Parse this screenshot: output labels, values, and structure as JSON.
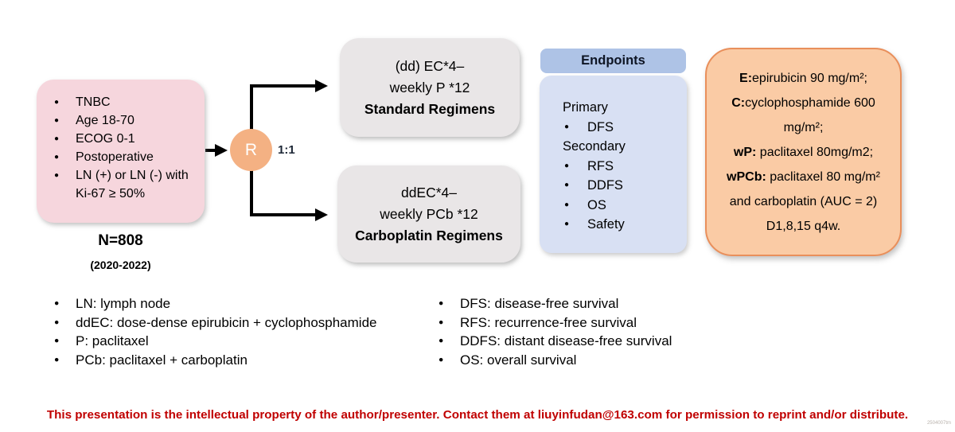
{
  "colors": {
    "eligibility_fill": "#F6D6DD",
    "randomization_fill": "#F4B183",
    "arm_fill": "#E9E6E7",
    "endpoints_header_fill": "#AEC3E6",
    "endpoints_body_fill": "#D8E0F3",
    "dosing_fill": "#FACBA5",
    "dosing_border": "#E98F5B",
    "footer_text": "#C00000",
    "arrow": "#000000"
  },
  "eligibility": {
    "items": [
      "TNBC",
      "Age 18-70",
      "ECOG 0-1",
      "Postoperative",
      "LN (+) or LN (-) with Ki-67 ≥ 50%"
    ],
    "n_label": "N=808",
    "years_label": "(2020-2022)"
  },
  "randomization": {
    "symbol": "R",
    "ratio_label": "1:1"
  },
  "arms": {
    "standard": {
      "line1": "(dd) EC*4–",
      "line2": "weekly P *12",
      "line3": "Standard Regimens"
    },
    "carboplatin": {
      "line1": "ddEC*4–",
      "line2": "weekly PCb *12",
      "line3": "Carboplatin Regimens"
    }
  },
  "endpoints": {
    "title": "Endpoints",
    "primary_label": "Primary",
    "primary_items": [
      "DFS"
    ],
    "secondary_label": "Secondary",
    "secondary_items": [
      "RFS",
      "DDFS",
      "OS",
      "Safety"
    ]
  },
  "dosing": {
    "lines": [
      {
        "b": "E:",
        "t": "epirubicin 90 mg/m²;"
      },
      {
        "b": "C:",
        "t": "cyclophosphamide 600"
      },
      {
        "b": "",
        "t": "mg/m²;"
      },
      {
        "b": "wP:",
        "t": " paclitaxel 80mg/m2;"
      },
      {
        "b": "wPCb:",
        "t": " paclitaxel 80 mg/m²"
      },
      {
        "b": "",
        "t": "and carboplatin (AUC = 2)"
      },
      {
        "b": "",
        "t": "D1,8,15 q4w."
      }
    ]
  },
  "abbreviations": {
    "left": [
      "LN: lymph node",
      "ddEC: dose-dense epirubicin + cyclophosphamide",
      "P: paclitaxel",
      "PCb: paclitaxel + carboplatin"
    ],
    "right": [
      "DFS: disease-free survival",
      "RFS: recurrence-free survival",
      "DDFS: distant disease-free survival",
      "OS: overall survival"
    ]
  },
  "footer": {
    "notice": "This presentation is the intellectual property of the author/presenter. Contact them at liuyinfudan@163.com for permission to reprint and/or distribute.",
    "watermark": "2504007tm"
  }
}
